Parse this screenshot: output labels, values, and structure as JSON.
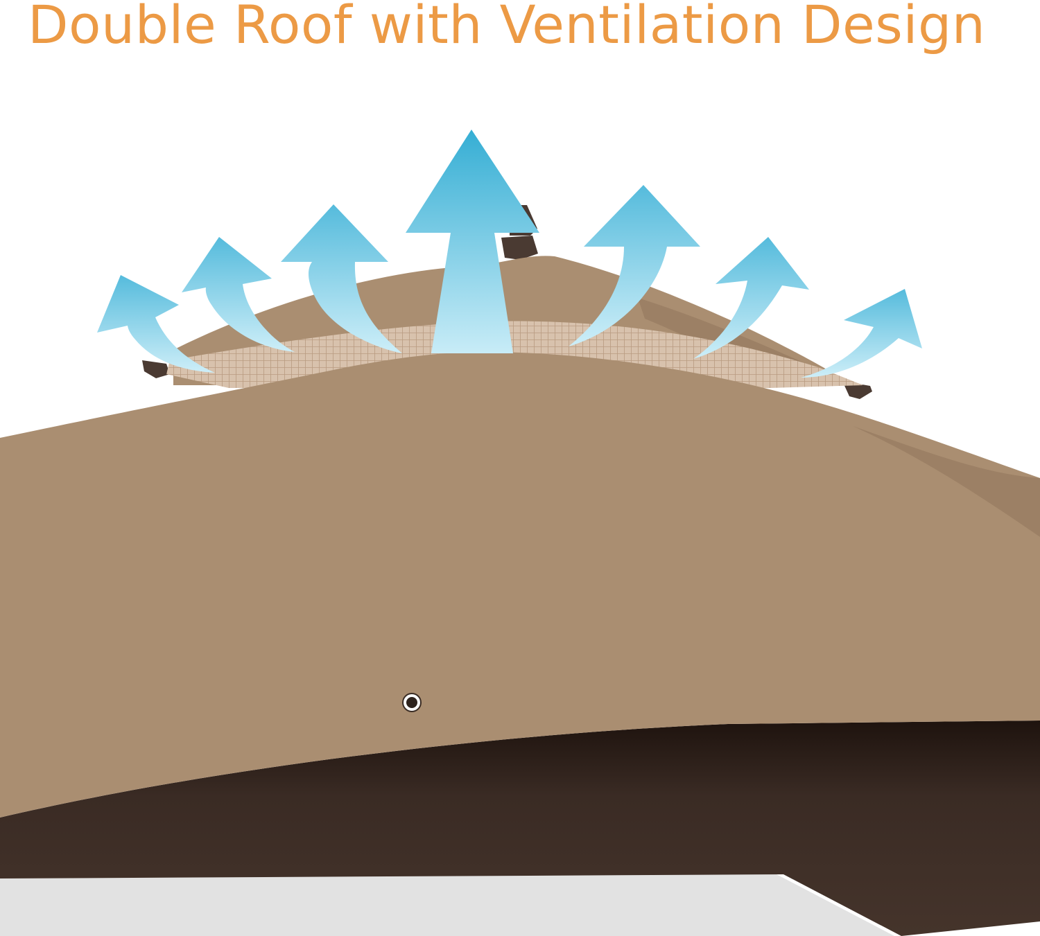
{
  "headline": {
    "text": "Double Roof with Ventilation Design",
    "color": "#ec9a45"
  },
  "palette": {
    "canopy": "#aa8e71",
    "canopy_shadow": "#9c8065",
    "vent_mesh": "#d8c2ad",
    "underside": "#3e2f28",
    "underside_deep": "#201510",
    "frame": "#4a3a32",
    "ground": "#e2e2e2",
    "arrow_top": "#35aed4",
    "arrow_bottom": "#c8ecf7"
  },
  "arrows": {
    "count": 7,
    "meaning": "airflow",
    "icon": "arrow-up-icon"
  }
}
